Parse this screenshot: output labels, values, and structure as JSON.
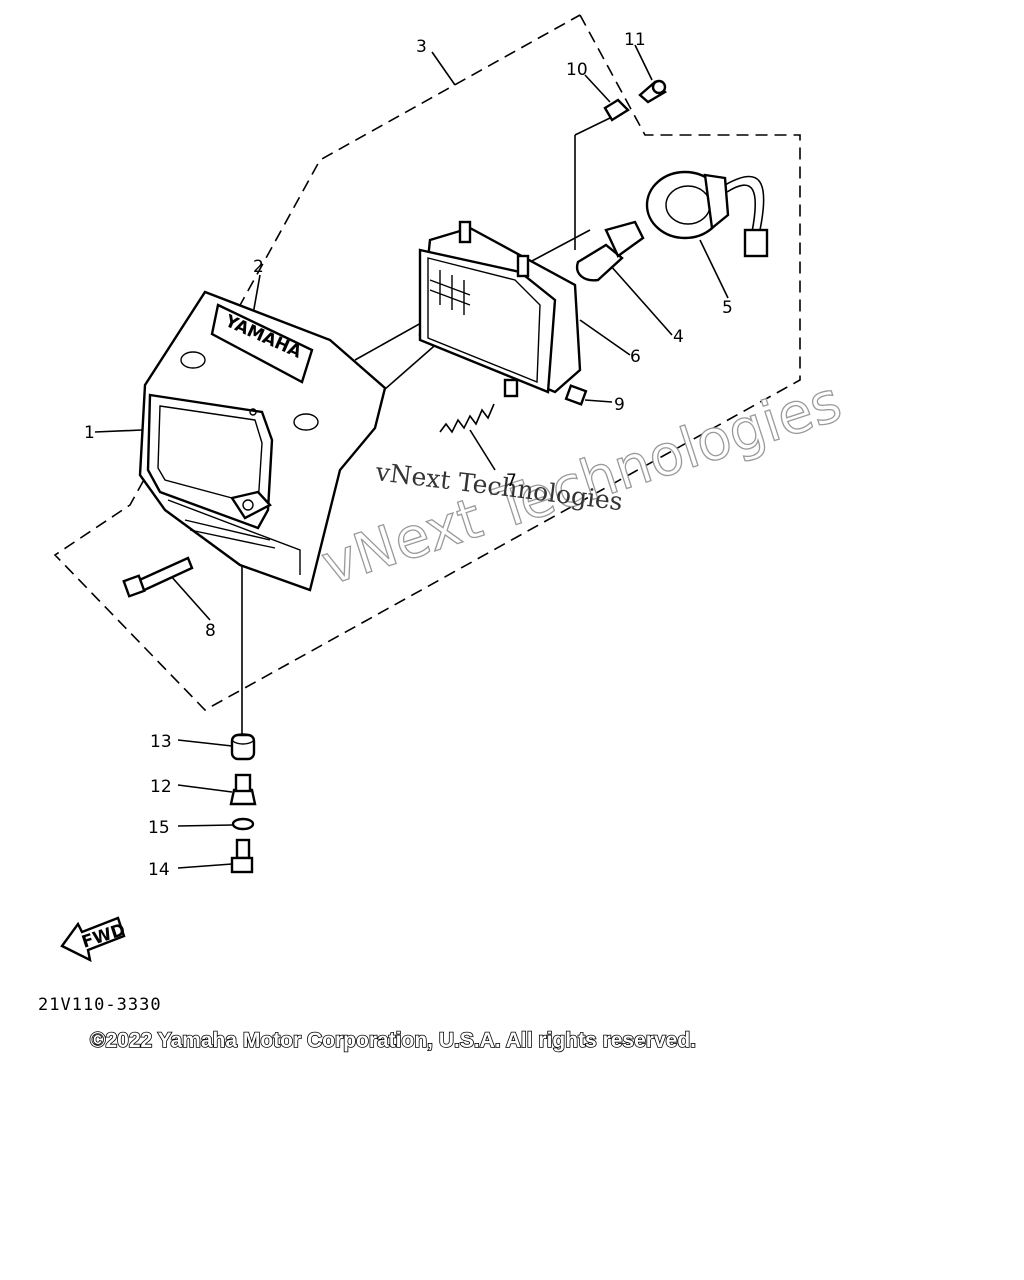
{
  "callouts": [
    {
      "id": "1",
      "text": "1"
    },
    {
      "id": "2",
      "text": "2"
    },
    {
      "id": "3",
      "text": "3"
    },
    {
      "id": "4",
      "text": "4"
    },
    {
      "id": "5",
      "text": "5"
    },
    {
      "id": "6",
      "text": "6"
    },
    {
      "id": "7",
      "text": "7"
    },
    {
      "id": "8",
      "text": "8"
    },
    {
      "id": "9",
      "text": "9"
    },
    {
      "id": "10",
      "text": "10"
    },
    {
      "id": "11",
      "text": "11"
    },
    {
      "id": "12",
      "text": "12"
    },
    {
      "id": "13",
      "text": "13"
    },
    {
      "id": "14",
      "text": "14"
    },
    {
      "id": "15",
      "text": "15"
    }
  ],
  "emblem_text": "YAMAHA",
  "fwd_text": "FWD",
  "diagram_code": "21V110-3330",
  "copyright": "©2022 Yamaha Motor Corporation, U.S.A. All rights reserved.",
  "watermark": {
    "large": "vNext Technologies",
    "small": "vNext Technologies"
  }
}
